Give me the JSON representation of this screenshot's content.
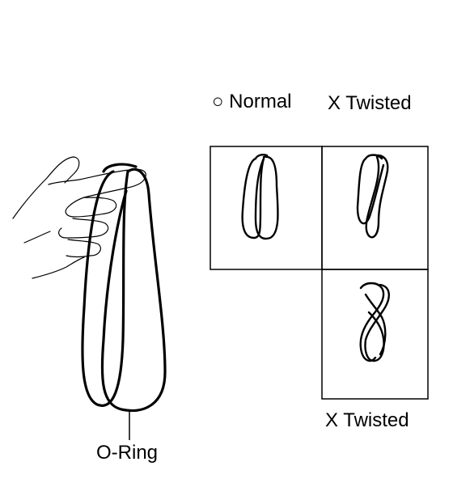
{
  "labels": {
    "normal": "○ Normal",
    "twisted_top": "X Twisted",
    "twisted_bottom": "X Twisted",
    "oring": "O-Ring"
  },
  "colors": {
    "ink": "#000000",
    "background": "#ffffff"
  },
  "icons": {
    "hand": "hand-holding-icon",
    "ring": "o-ring-icon"
  }
}
